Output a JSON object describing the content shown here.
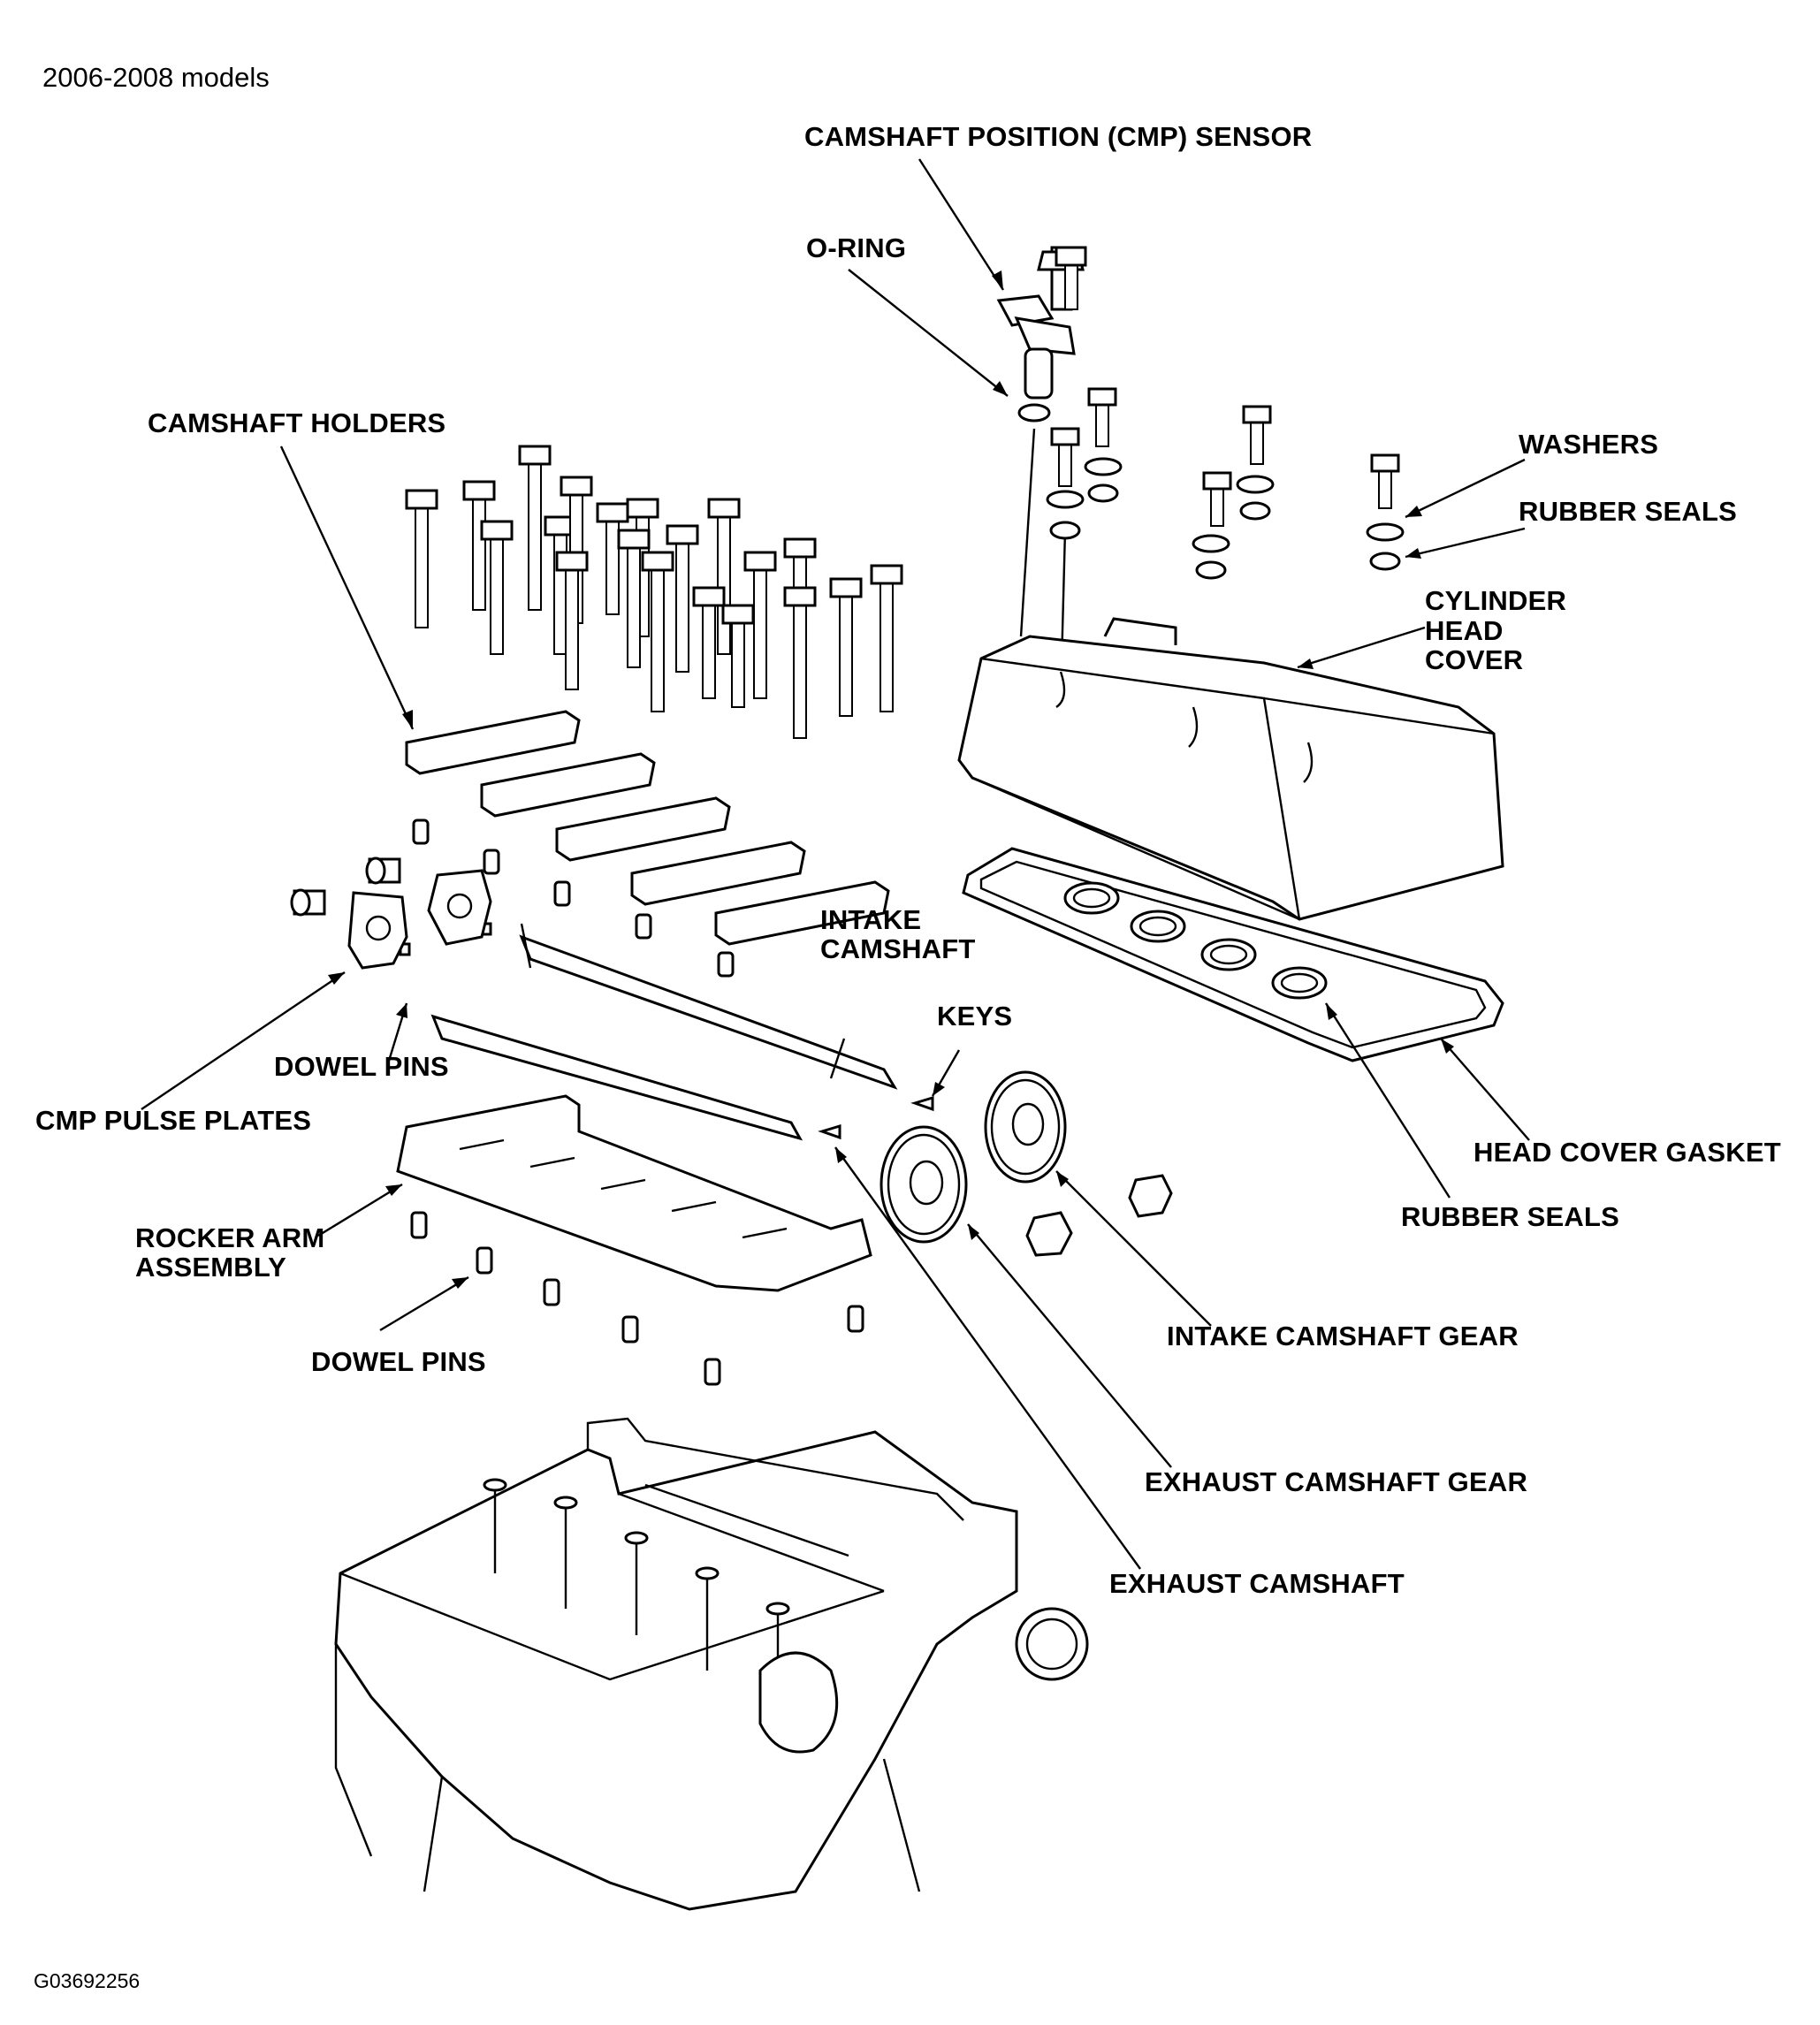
{
  "header": {
    "models": "2006-2008 models"
  },
  "footer": {
    "figure_id": "G03692256"
  },
  "labels": {
    "cmp_sensor": "CAMSHAFT POSITION (CMP) SENSOR",
    "o_ring": "O-RING",
    "camshaft_holders": "CAMSHAFT HOLDERS",
    "washers": "WASHERS",
    "rubber_seals_top": "RUBBER SEALS",
    "cyl_head_cover_1": "CYLINDER",
    "cyl_head_cover_2": "HEAD",
    "cyl_head_cover_3": "COVER",
    "intake_camshaft_1": "INTAKE",
    "intake_camshaft_2": "CAMSHAFT",
    "keys": "KEYS",
    "dowel_pins_upper": "DOWEL PINS",
    "cmp_pulse_plates": "CMP PULSE PLATES",
    "head_cover_gasket": "HEAD COVER GASKET",
    "rubber_seals_bottom": "RUBBER SEALS",
    "rocker_arm_1": "ROCKER ARM",
    "rocker_arm_2": "ASSEMBLY",
    "intake_camshaft_gear": "INTAKE CAMSHAFT GEAR",
    "dowel_pins_lower": "DOWEL PINS",
    "exhaust_camshaft_gear": "EXHAUST CAMSHAFT GEAR",
    "exhaust_camshaft": "EXHAUST CAMSHAFT"
  }
}
